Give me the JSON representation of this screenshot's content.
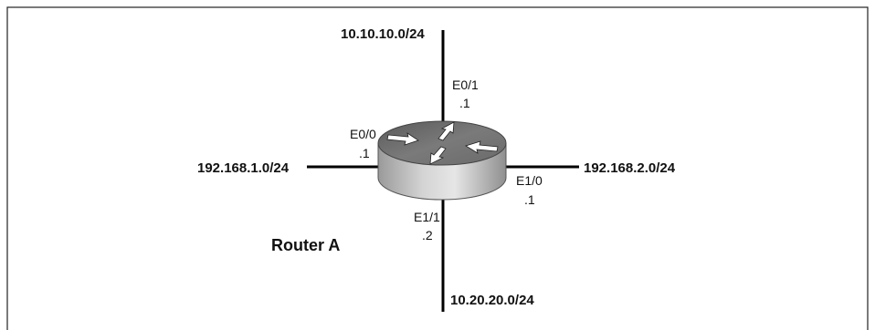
{
  "diagram": {
    "router_label": "Router A",
    "networks": {
      "top": "10.10.10.0/24",
      "left": "192.168.1.0/24",
      "right": "192.168.2.0/24",
      "bottom": "10.20.20.0/24"
    },
    "interfaces": {
      "e0_1": {
        "name": "E0/1",
        "ip": ".1"
      },
      "e0_0": {
        "name": "E0/0",
        "ip": ".1"
      },
      "e1_0": {
        "name": "E1/0",
        "ip": ".1"
      },
      "e1_1": {
        "name": "E1/1",
        "ip": ".2"
      }
    }
  }
}
